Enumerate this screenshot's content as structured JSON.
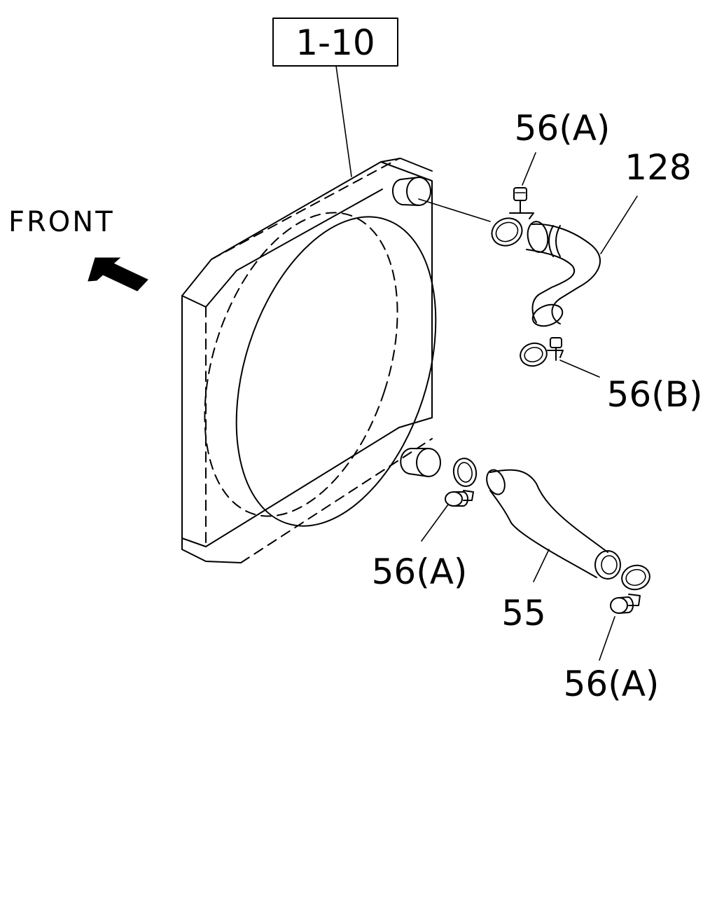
{
  "colors": {
    "ink": "#000000",
    "background": "#ffffff"
  },
  "labels": {
    "assembly_ref": "1-10",
    "front": "FRONT",
    "part_128": "128",
    "part_55": "55",
    "clamp_a_upper": "56(A)",
    "clamp_b": "56(B)",
    "clamp_a_lower_left": "56(A)",
    "clamp_a_lower_right": "56(A)"
  }
}
